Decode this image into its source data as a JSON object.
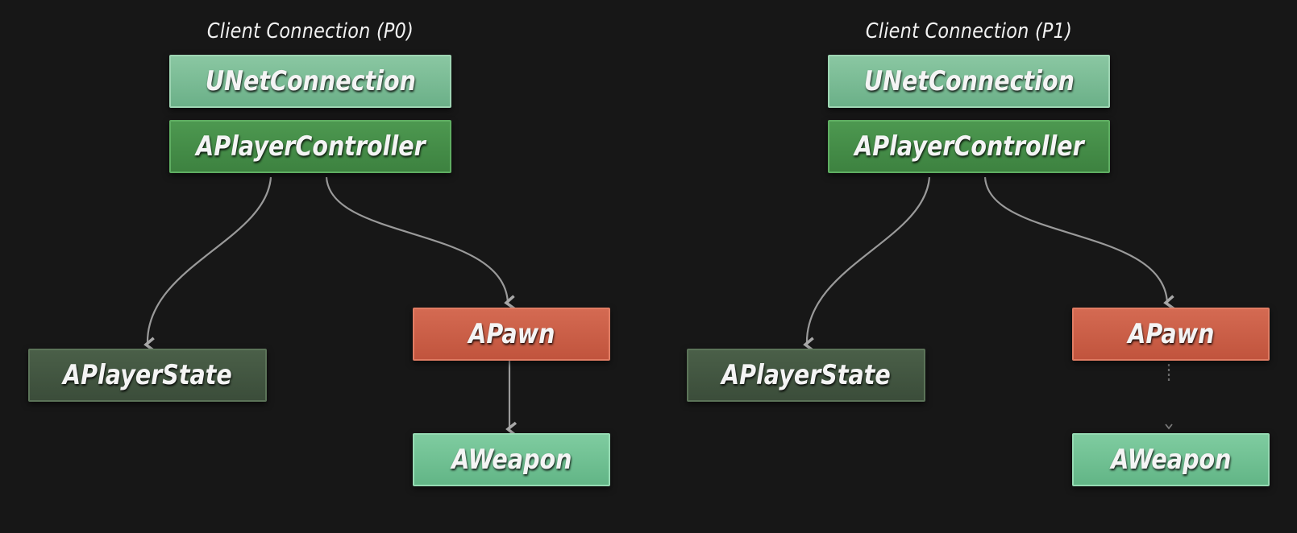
{
  "groups": [
    {
      "title": "Client Connection (P0)",
      "connection": "UNetConnection",
      "controller": "APlayerController",
      "player_state": "APlayerState",
      "pawn": "APawn",
      "weapon": "AWeapon"
    },
    {
      "title": "Client Connection (P1)",
      "connection": "UNetConnection",
      "controller": "APlayerController",
      "player_state": "APlayerState",
      "pawn": "APawn",
      "weapon": "AWeapon"
    }
  ],
  "colors": {
    "background": "#171717",
    "connection": "#76ba92",
    "controller": "#448a47",
    "player_state": "#425640",
    "pawn": "#c95c45",
    "weapon": "#6dbe90",
    "edge": "#9a9a9a"
  },
  "edges": [
    {
      "from": "APlayerController",
      "to": "APlayerState",
      "style": "solid"
    },
    {
      "from": "APlayerController",
      "to": "APawn",
      "style": "solid"
    },
    {
      "from": "APawn",
      "to": "AWeapon",
      "style": "solid",
      "group": 0
    },
    {
      "from": "APawn",
      "to": "AWeapon",
      "style": "dashed",
      "group": 1
    }
  ]
}
